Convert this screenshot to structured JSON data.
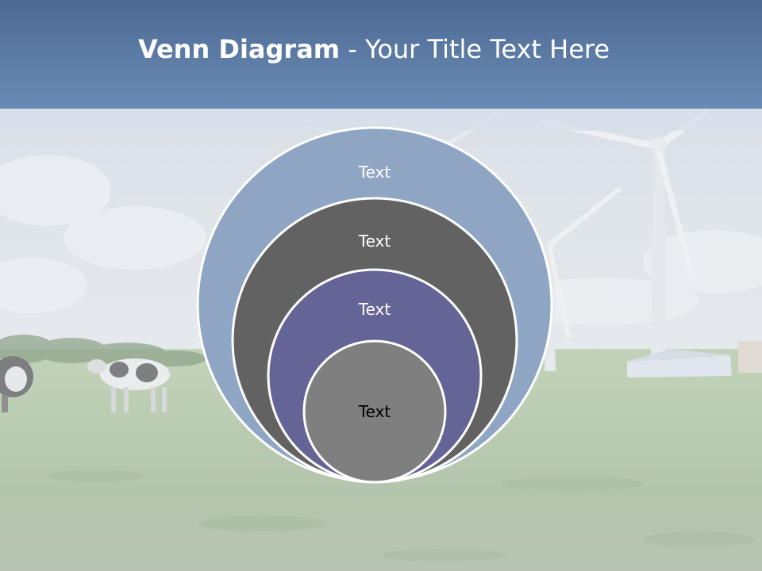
{
  "slide": {
    "title_bold": "Venn Diagram",
    "title_rest": " - Your Title Text Here"
  },
  "diagram": {
    "circles": [
      {
        "label": "Text",
        "fill": "#8fa5c4",
        "label_color": "#ffffff"
      },
      {
        "label": "Text",
        "fill": "#626262",
        "label_color": "#ffffff"
      },
      {
        "label": "Text",
        "fill": "#646497",
        "label_color": "#ffffff"
      },
      {
        "label": "Text",
        "fill": "#7f7f7f",
        "label_color": "#000000"
      }
    ]
  },
  "colors": {
    "title_band": "#5a79a4",
    "outline": "#ffffff"
  }
}
